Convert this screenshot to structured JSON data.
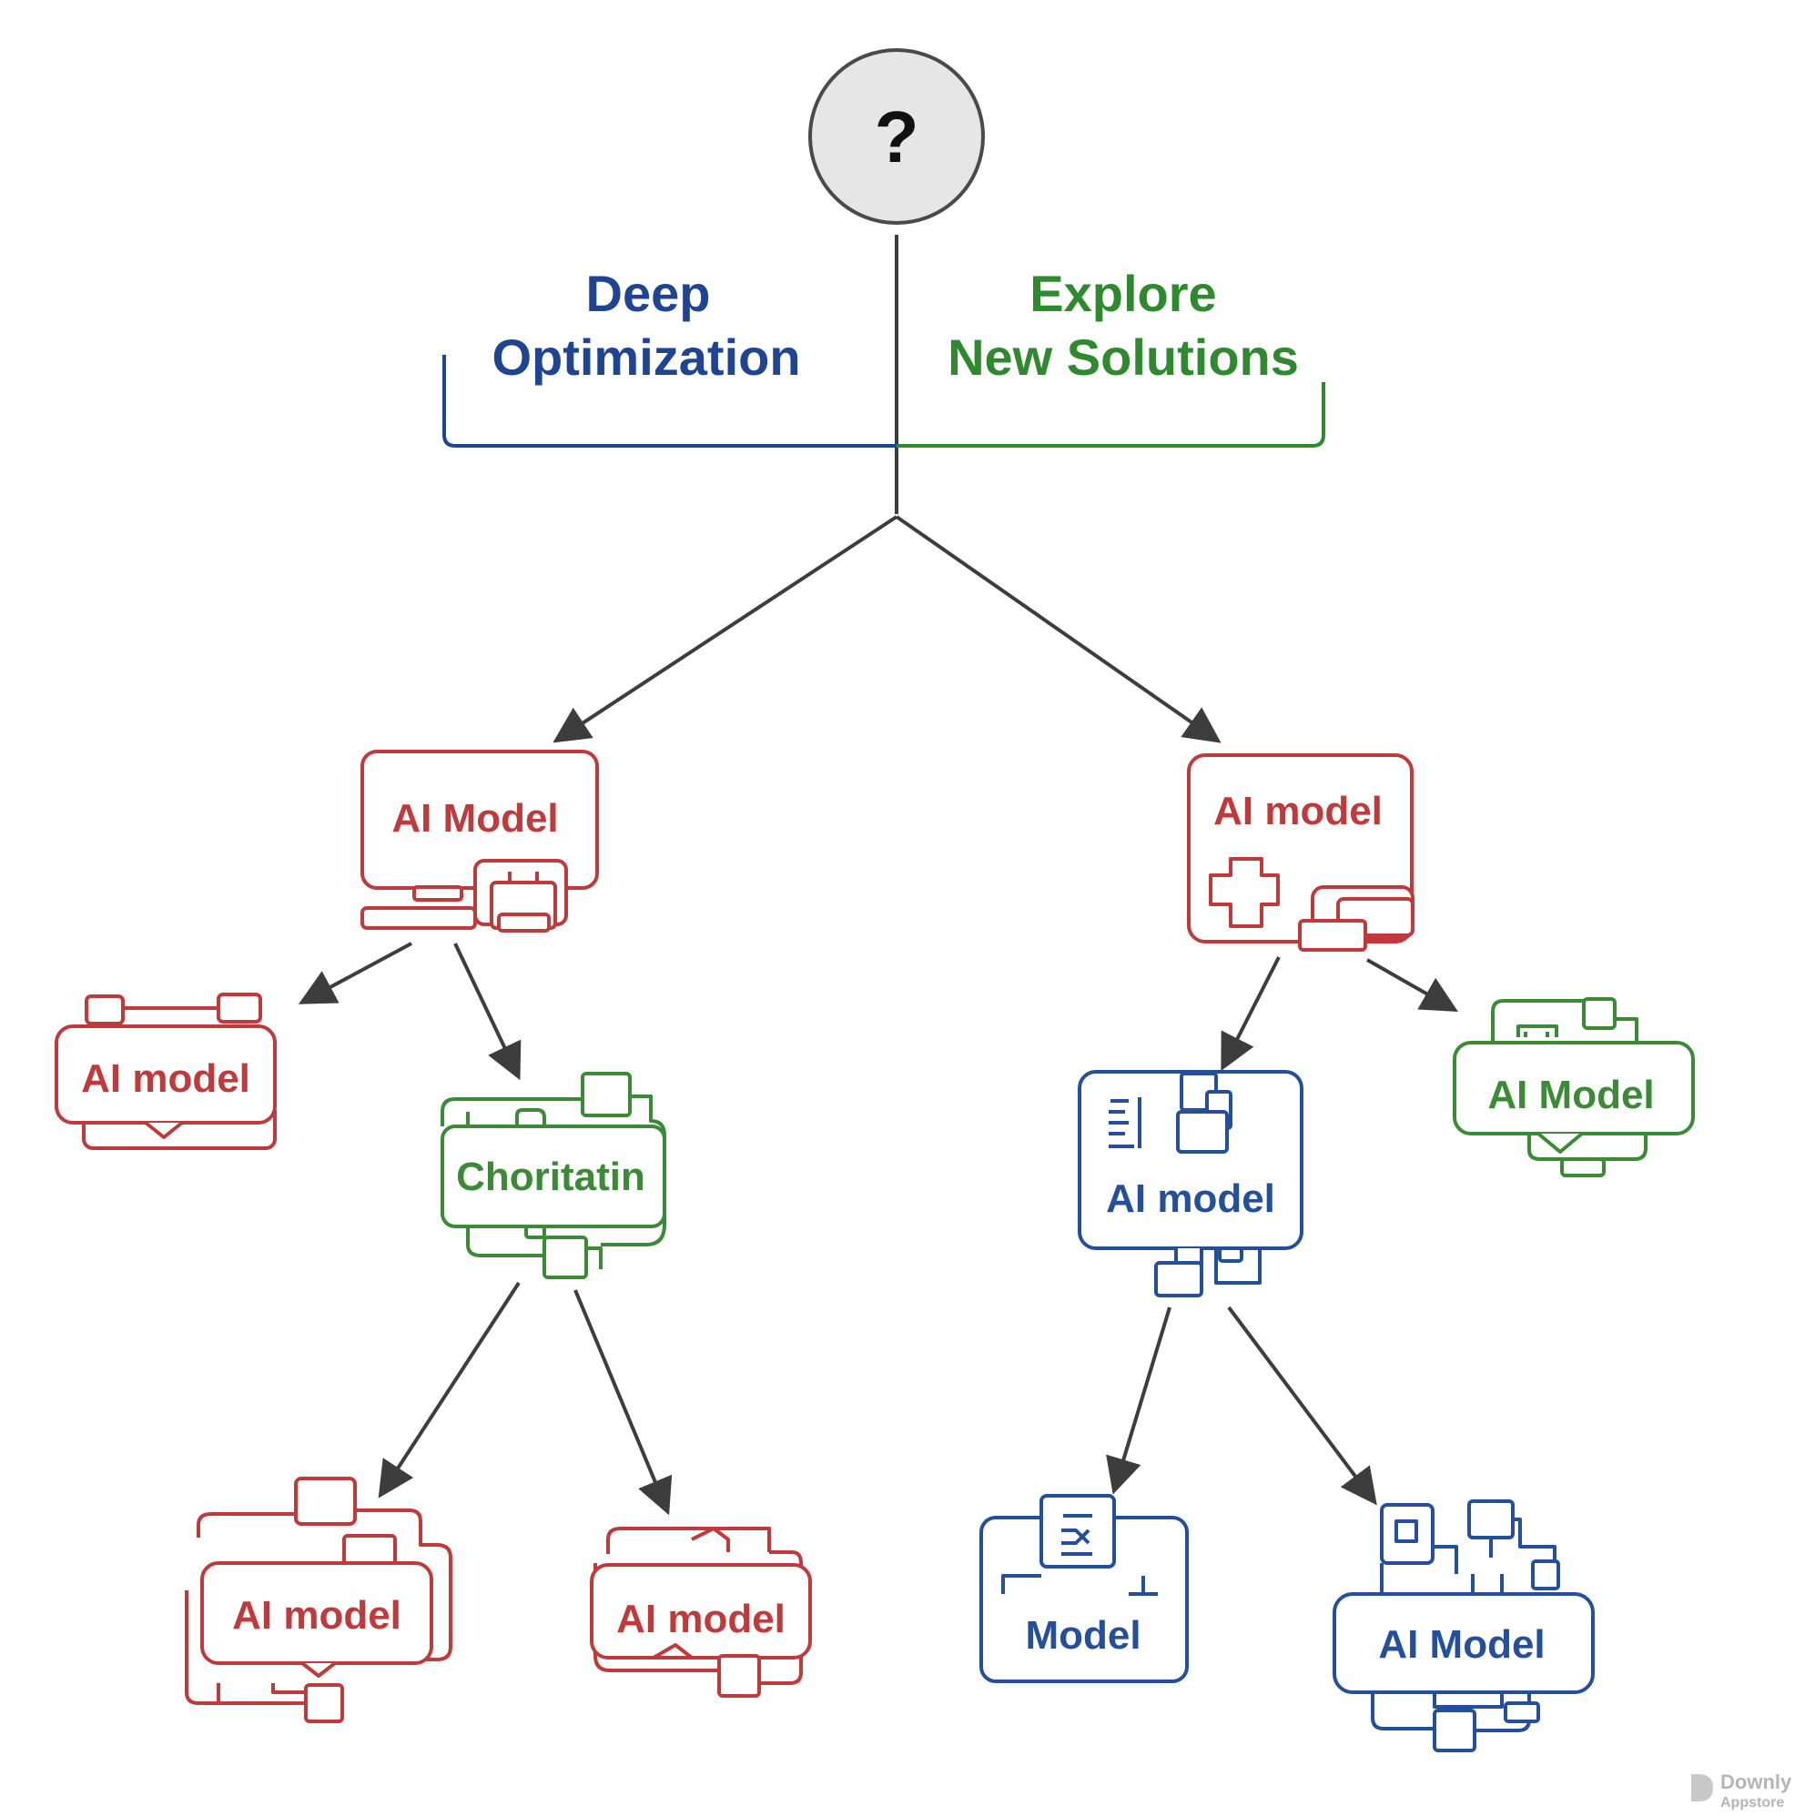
{
  "diagram": {
    "root": {
      "symbol": "?"
    },
    "branches": {
      "left": {
        "line1": "Deep",
        "line2": "Optimization",
        "color": "#1f4592"
      },
      "right": {
        "line1": "Explore",
        "line2": "New Solutions",
        "color": "#2f8a2f"
      }
    },
    "nodes": [
      {
        "id": "n1",
        "label": "AI Model",
        "color": "#c0393b"
      },
      {
        "id": "n2",
        "label": "AI model",
        "color": "#c0393b"
      },
      {
        "id": "n3",
        "label": "AI model",
        "color": "#c0393b"
      },
      {
        "id": "n4",
        "label": "Choritatin",
        "color": "#3a8a36"
      },
      {
        "id": "n5",
        "label": "AI model",
        "color": "#244f9a"
      },
      {
        "id": "n6",
        "label": "AI Model",
        "color": "#3a8a36"
      },
      {
        "id": "n7",
        "label": "AI model",
        "color": "#c0393b"
      },
      {
        "id": "n8",
        "label": "AI model",
        "color": "#c0393b"
      },
      {
        "id": "n9",
        "label": "Model",
        "color": "#244f9a"
      },
      {
        "id": "n10",
        "label": "AI Model",
        "color": "#244f9a"
      }
    ],
    "edges": [
      {
        "from": "root",
        "to": "n1"
      },
      {
        "from": "root",
        "to": "n2"
      },
      {
        "from": "n1",
        "to": "n3"
      },
      {
        "from": "n1",
        "to": "n4"
      },
      {
        "from": "n2",
        "to": "n5"
      },
      {
        "from": "n2",
        "to": "n6"
      },
      {
        "from": "n4",
        "to": "n7"
      },
      {
        "from": "n4",
        "to": "n8"
      },
      {
        "from": "n5",
        "to": "n9"
      },
      {
        "from": "n5",
        "to": "n10"
      }
    ]
  },
  "watermark": {
    "line1": "Downly",
    "line2": "Appstore"
  }
}
